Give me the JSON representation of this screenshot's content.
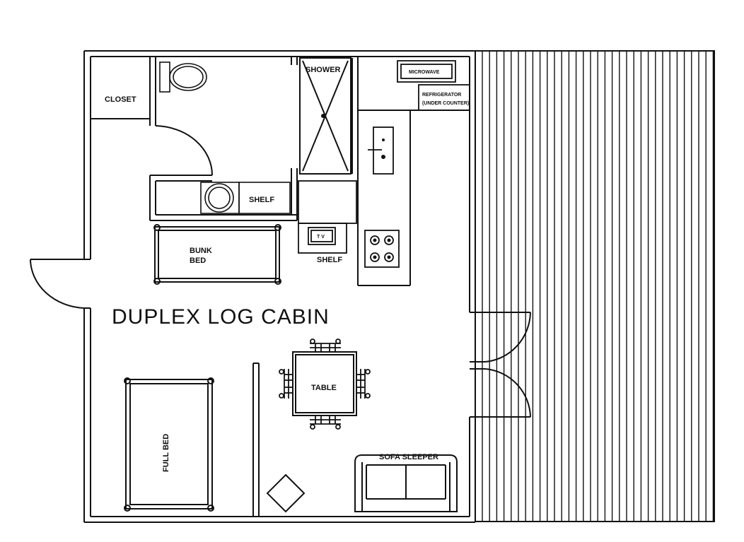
{
  "title": "DUPLEX LOG CABIN",
  "rooms": {
    "closet": "CLOSET",
    "shower": "SHOWER",
    "microwave": "MICROWAVE",
    "refrigerator_line1": "REFRIGERATOR",
    "refrigerator_line2": "(UNDER COUNTER)",
    "shelf_bath": "SHELF",
    "bunk_bed_line1": "BUNK",
    "bunk_bed_line2": "BED",
    "tv": "T V",
    "shelf_tv": "SHELF",
    "table": "TABLE",
    "full_bed": "FULL BED",
    "sofa_sleeper": "SOFA SLEEPER"
  },
  "colors": {
    "ink": "#111111",
    "paper": "#ffffff"
  }
}
